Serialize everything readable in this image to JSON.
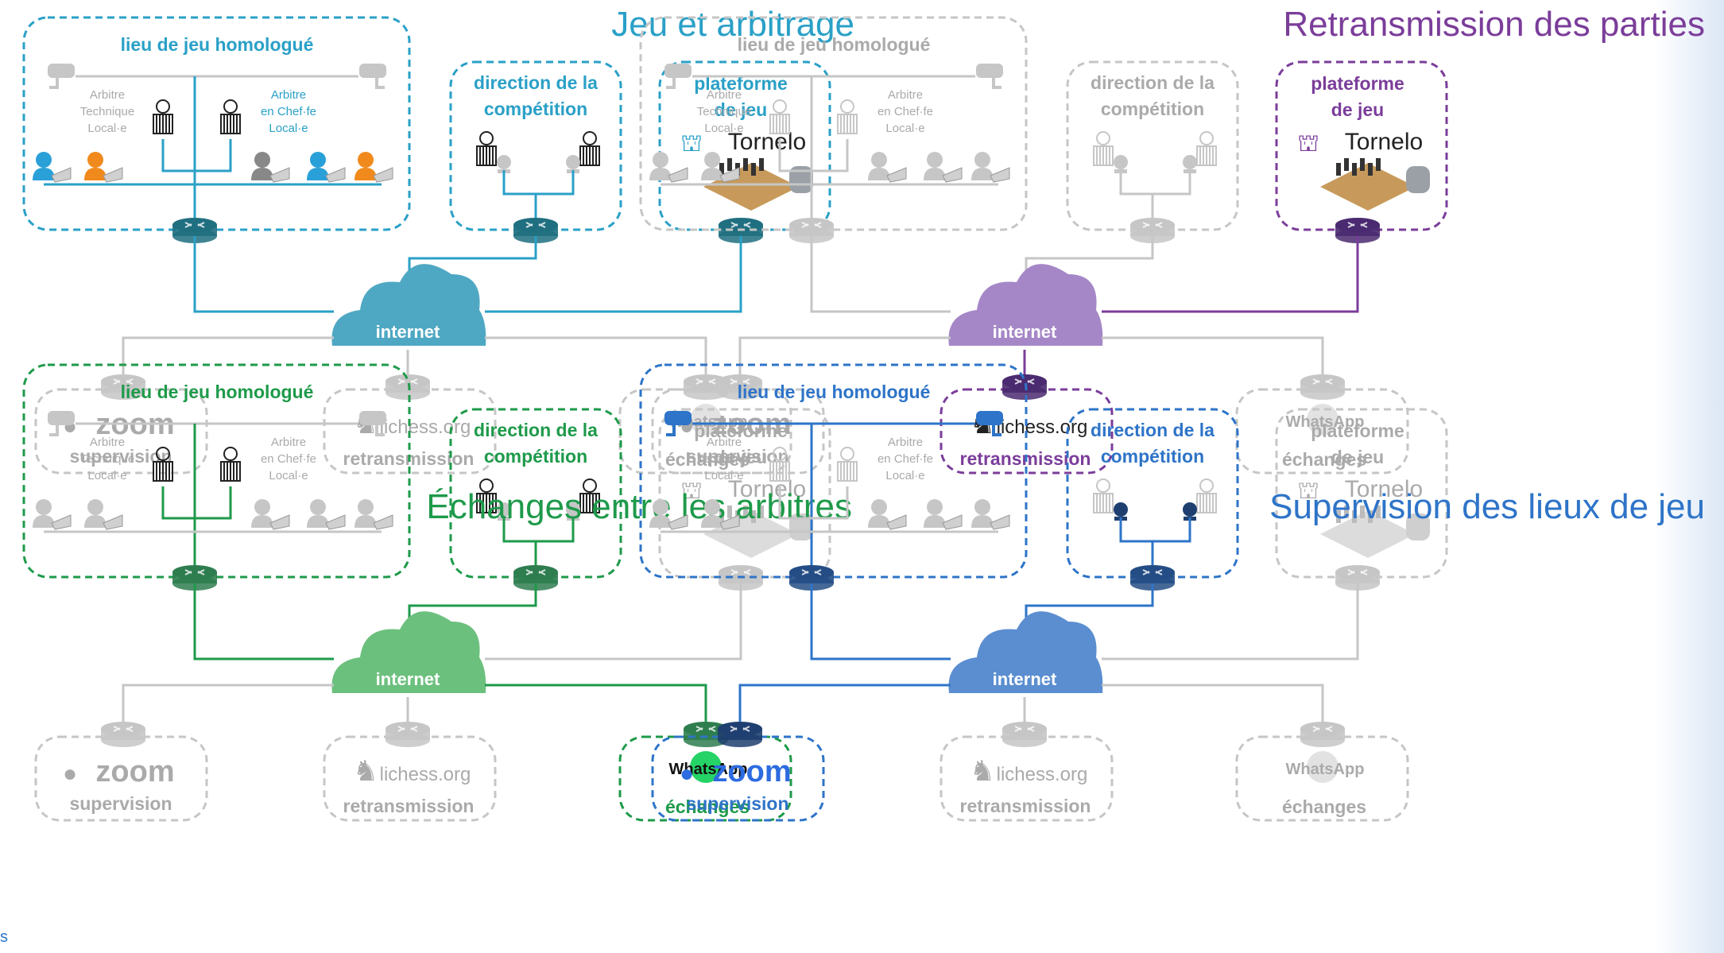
{
  "colors": {
    "inactive": "#c6c6c6",
    "inactive_text": "#aaaaaa",
    "game": "#2aa0c7",
    "game_cloud": "#4fa8c3",
    "broadcast": "#7b3d9a",
    "broadcast_cloud": "#a587c7",
    "exchange": "#1e9a4a",
    "exchange_cloud": "#6cc07e",
    "supervision": "#2e74c8",
    "supervision_cloud": "#5b8ed0"
  },
  "labels": {
    "venue": "lieu de jeu homologué",
    "arbiter_technical": [
      "Arbitre",
      "Technique",
      "Local·e"
    ],
    "arbiter_chief": [
      "Arbitre",
      "en Chef·fe",
      "Local·e"
    ],
    "direction": [
      "direction de la",
      "compétition"
    ],
    "platform": [
      "plateforme",
      "de jeu"
    ],
    "tornelo": "Tornelo",
    "internet": "internet",
    "zoom": "zoom",
    "zoom_caption": "supervision",
    "lichess": "lichess.org",
    "lichess_caption": "retransmission",
    "whatsapp": "WhatsApp",
    "whatsapp_caption": "échanges"
  },
  "panels": [
    {
      "title": "Jeu et arbitrage",
      "active": [
        "venue",
        "direction",
        "platform"
      ],
      "scheme": "game",
      "people": "colored"
    },
    {
      "title": "Retransmission des parties",
      "active": [
        "platform",
        "lichess"
      ],
      "scheme": "broadcast",
      "people": "gray"
    },
    {
      "title": "Échanges entre les arbitres",
      "active": [
        "venue",
        "direction",
        "whatsapp"
      ],
      "scheme": "exchange",
      "people": "gray"
    },
    {
      "title": "Supervision des lieux de jeu",
      "active": [
        "venue",
        "direction",
        "zoom"
      ],
      "scheme": "supervision",
      "people": "gray"
    }
  ],
  "side_mark": "s"
}
